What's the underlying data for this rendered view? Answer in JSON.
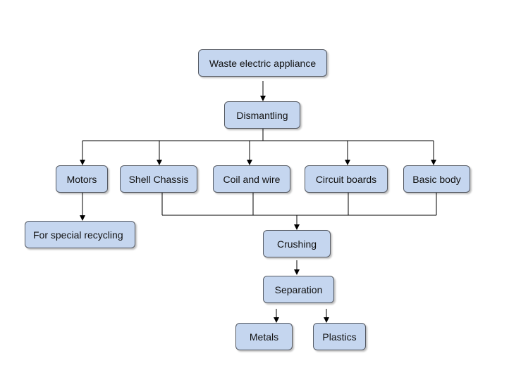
{
  "diagram": {
    "nodes": {
      "waste": {
        "label": "Waste electric appliance"
      },
      "dismantling": {
        "label": "Dismantling"
      },
      "motors": {
        "label": "Motors"
      },
      "shell": {
        "label": "Shell Chassis"
      },
      "coil": {
        "label": "Coil and wire"
      },
      "circuit": {
        "label": "Circuit boards"
      },
      "basic": {
        "label": "Basic body"
      },
      "special": {
        "label": "For special recycling"
      },
      "crushing": {
        "label": "Crushing"
      },
      "separation": {
        "label": "Separation"
      },
      "metals": {
        "label": "Metals"
      },
      "plastics": {
        "label": "Plastics"
      }
    },
    "edges": [
      {
        "from": "waste",
        "to": "dismantling"
      },
      {
        "from": "dismantling",
        "to": "motors"
      },
      {
        "from": "dismantling",
        "to": "shell"
      },
      {
        "from": "dismantling",
        "to": "coil"
      },
      {
        "from": "dismantling",
        "to": "circuit"
      },
      {
        "from": "dismantling",
        "to": "basic"
      },
      {
        "from": "motors",
        "to": "special"
      },
      {
        "from": "shell",
        "to": "crushing"
      },
      {
        "from": "coil",
        "to": "crushing"
      },
      {
        "from": "circuit",
        "to": "crushing"
      },
      {
        "from": "basic",
        "to": "crushing"
      },
      {
        "from": "crushing",
        "to": "separation"
      },
      {
        "from": "separation",
        "to": "metals"
      },
      {
        "from": "separation",
        "to": "plastics"
      }
    ],
    "colors": {
      "node_fill": "#c5d6ef",
      "node_border": "#555a63",
      "connector": "#000000"
    }
  }
}
